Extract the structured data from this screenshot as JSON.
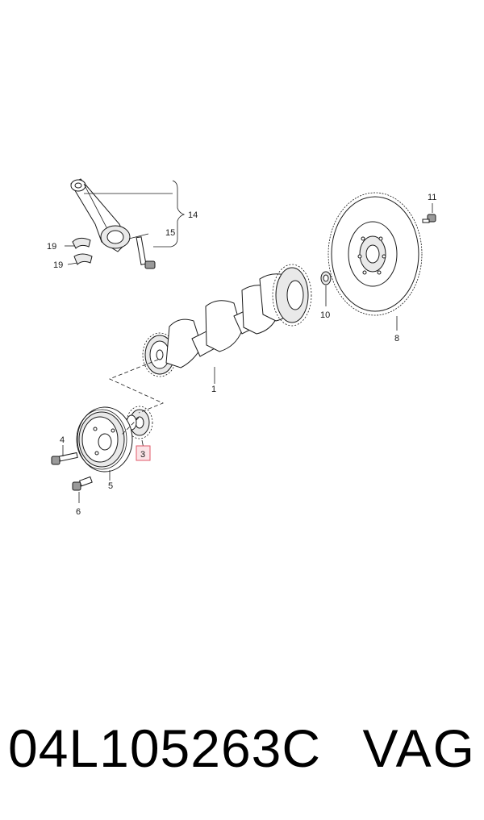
{
  "callouts": {
    "c1": "1",
    "c3": "3",
    "c4": "4",
    "c5": "5",
    "c6": "6",
    "c8": "8",
    "c10": "10",
    "c11": "11",
    "c14": "14",
    "c15": "15",
    "c19a": "19",
    "c19b": "19"
  },
  "highlight_color": "#e05a6a",
  "caption": {
    "part_number": "04L105263C",
    "brand": "VAG"
  }
}
